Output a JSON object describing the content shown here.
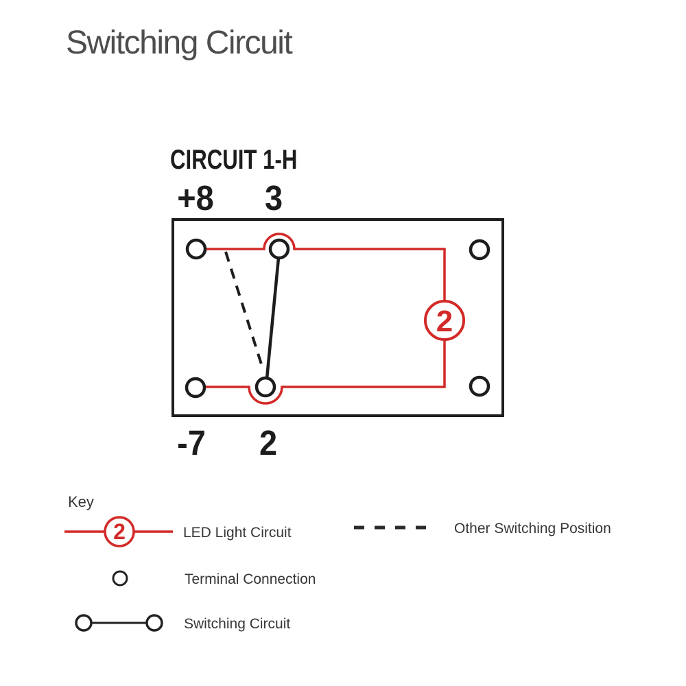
{
  "page": {
    "title": "Switching Circuit"
  },
  "colors": {
    "red": "#d22a28",
    "line_black": "#1d1d1d",
    "title_gray": "#4d4d4d",
    "text_gray": "#363636"
  },
  "diagram": {
    "heading": "CIRCUIT 1-H",
    "pin_labels": {
      "top_left": "+8",
      "top_middle": "3",
      "bottom_left": "-7",
      "bottom_middle": "2"
    },
    "led_badge": "2"
  },
  "key": {
    "heading": "Key",
    "items": [
      {
        "id": "led-light-circuit",
        "badge": "2",
        "label": "LED Light Circuit"
      },
      {
        "id": "other-switching-position",
        "label": "Other Switching Position"
      },
      {
        "id": "terminal-connection",
        "label": "Terminal Connection"
      },
      {
        "id": "switching-circuit",
        "label": "Switching Circuit"
      }
    ]
  }
}
